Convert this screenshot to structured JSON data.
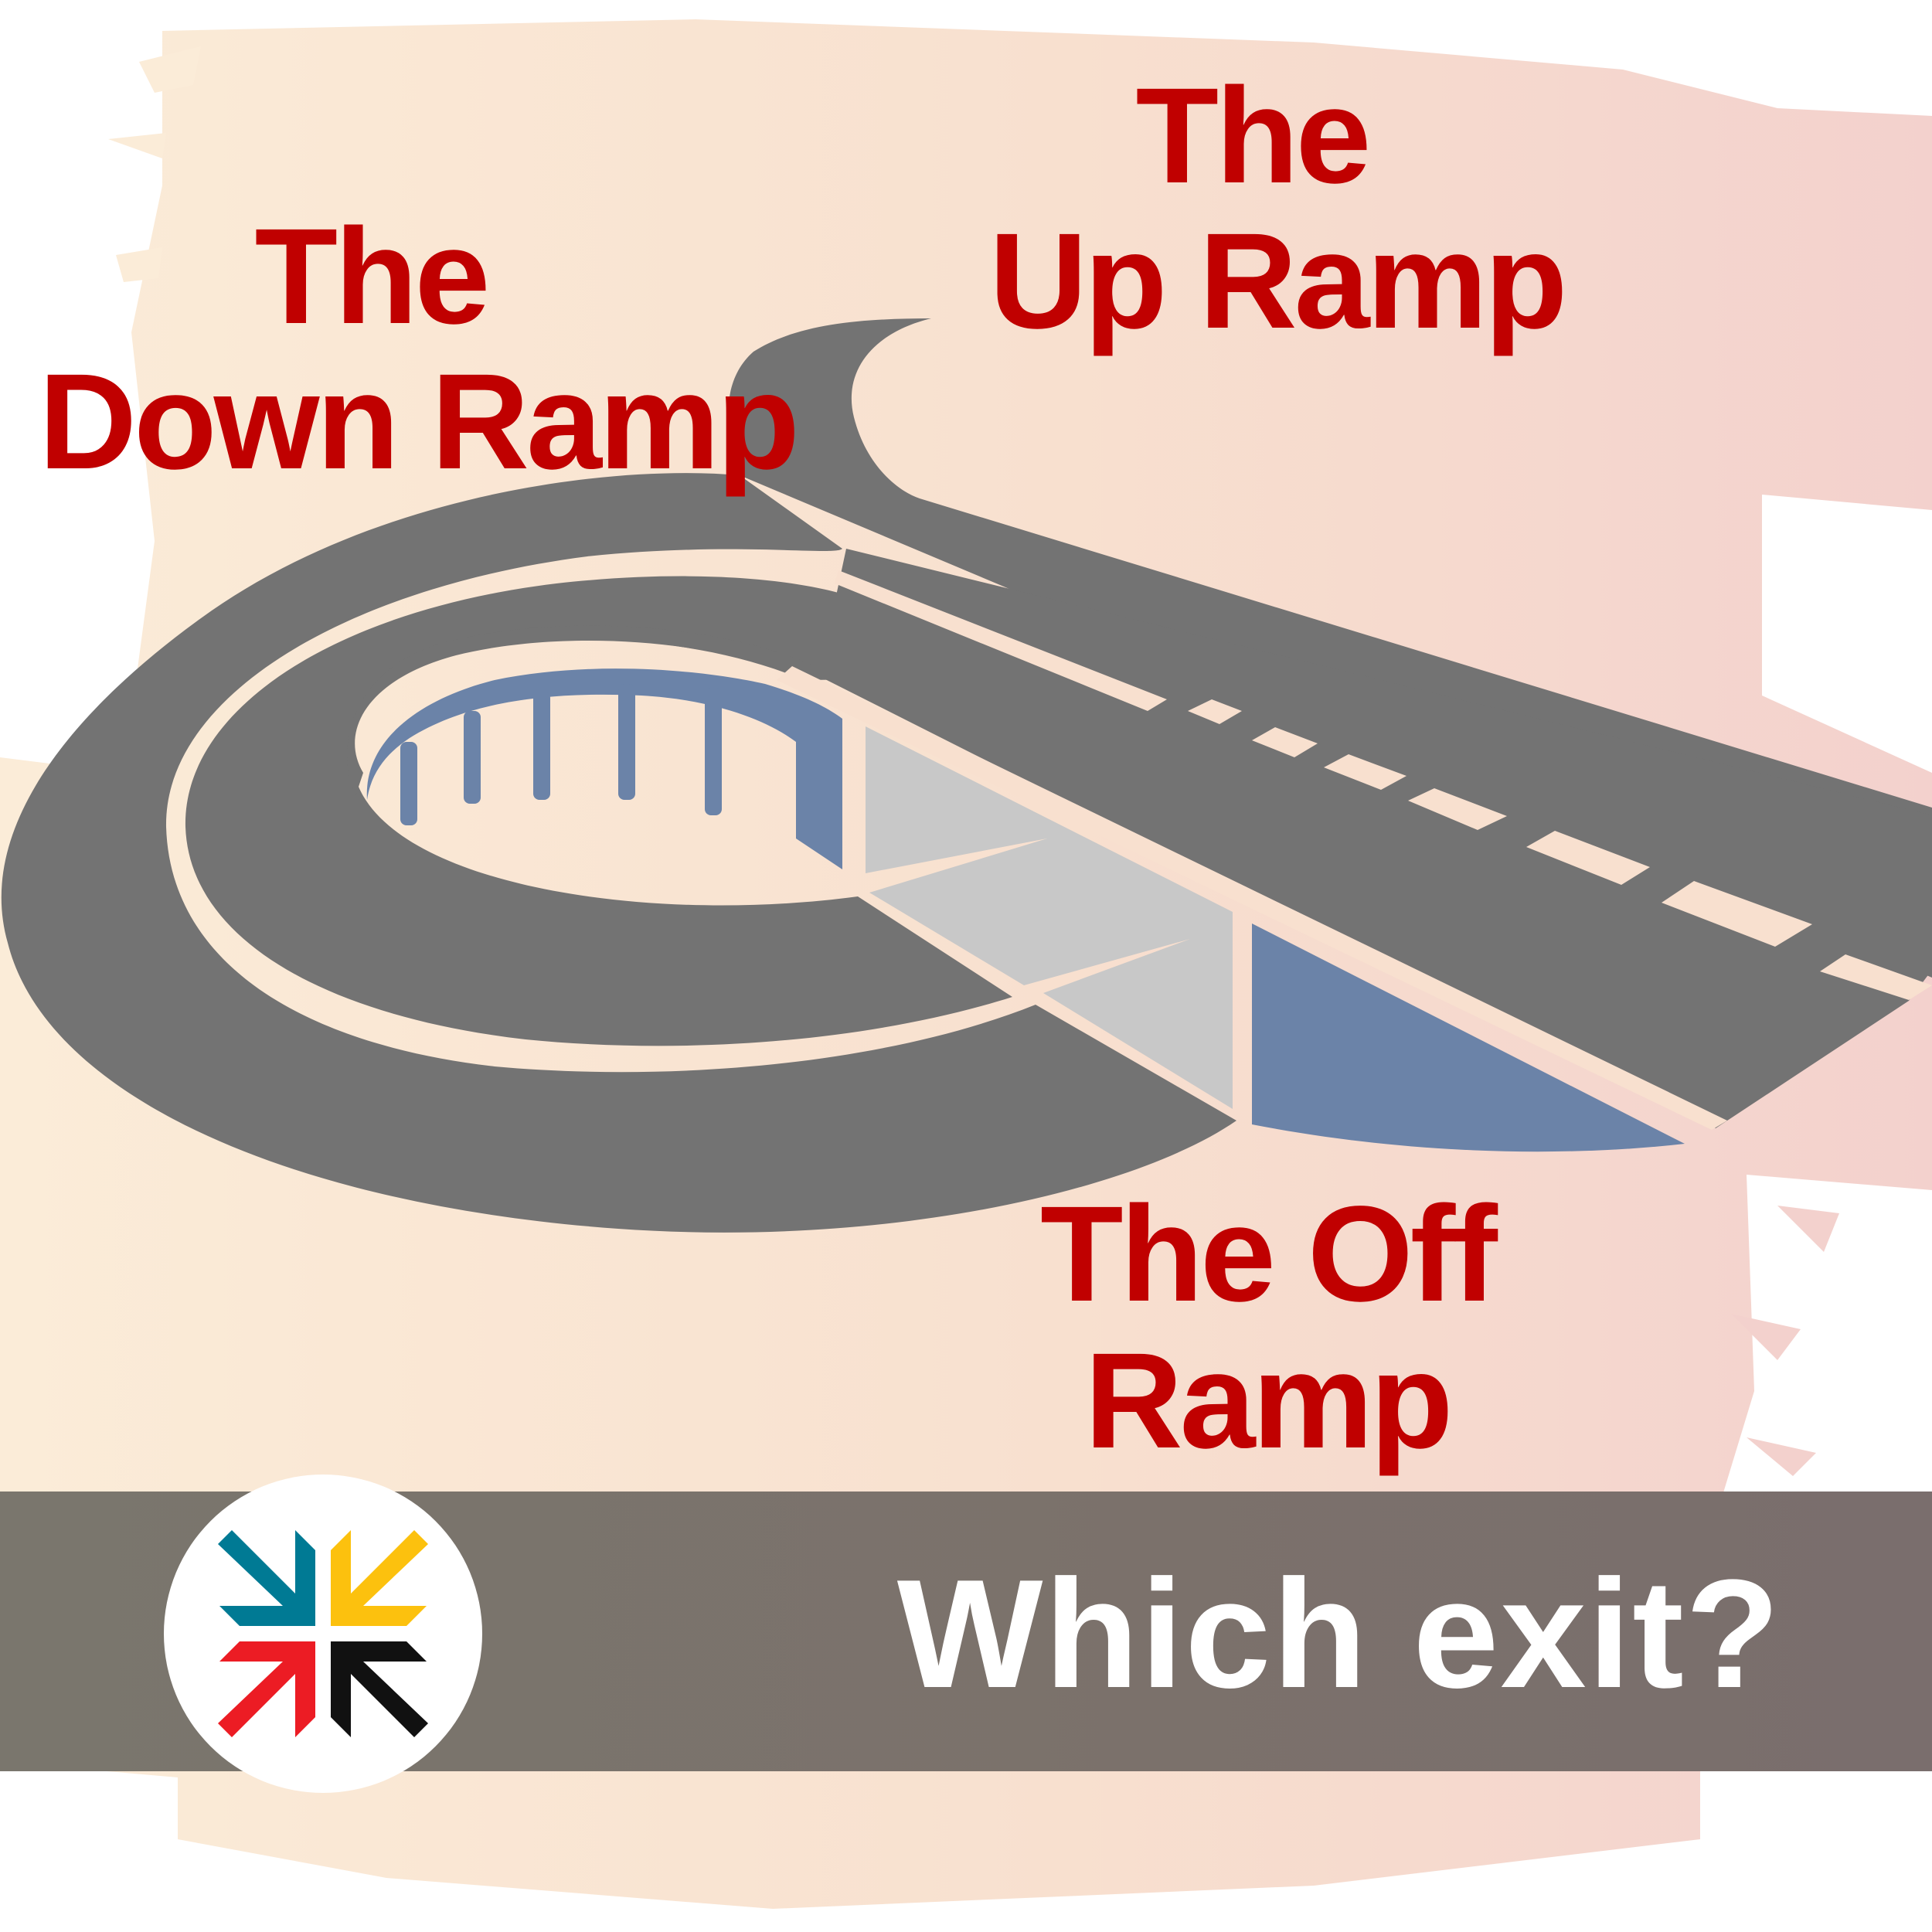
{
  "labels": {
    "up_ramp": [
      "The",
      "Up Ramp"
    ],
    "down_ramp": [
      "The",
      "Down Ramp"
    ],
    "off_ramp": [
      "The Off",
      "Ramp"
    ]
  },
  "banner": {
    "text": "Which exit?"
  },
  "colors": {
    "label_red": "#c00000",
    "road_gray": "#737373",
    "bridge_blue": "#6b83a8",
    "bridge_light": "#c8c8c8",
    "banner_gray": "#7a726c",
    "wash_peach": "#f8e1cc",
    "wash_pink": "#f4d3cf",
    "logo_teal": "#007a94",
    "logo_yellow": "#fcc10e",
    "logo_red": "#ec1c24",
    "logo_black": "#111111"
  },
  "icons": {
    "logo": "four-inward-arrows-icon"
  }
}
